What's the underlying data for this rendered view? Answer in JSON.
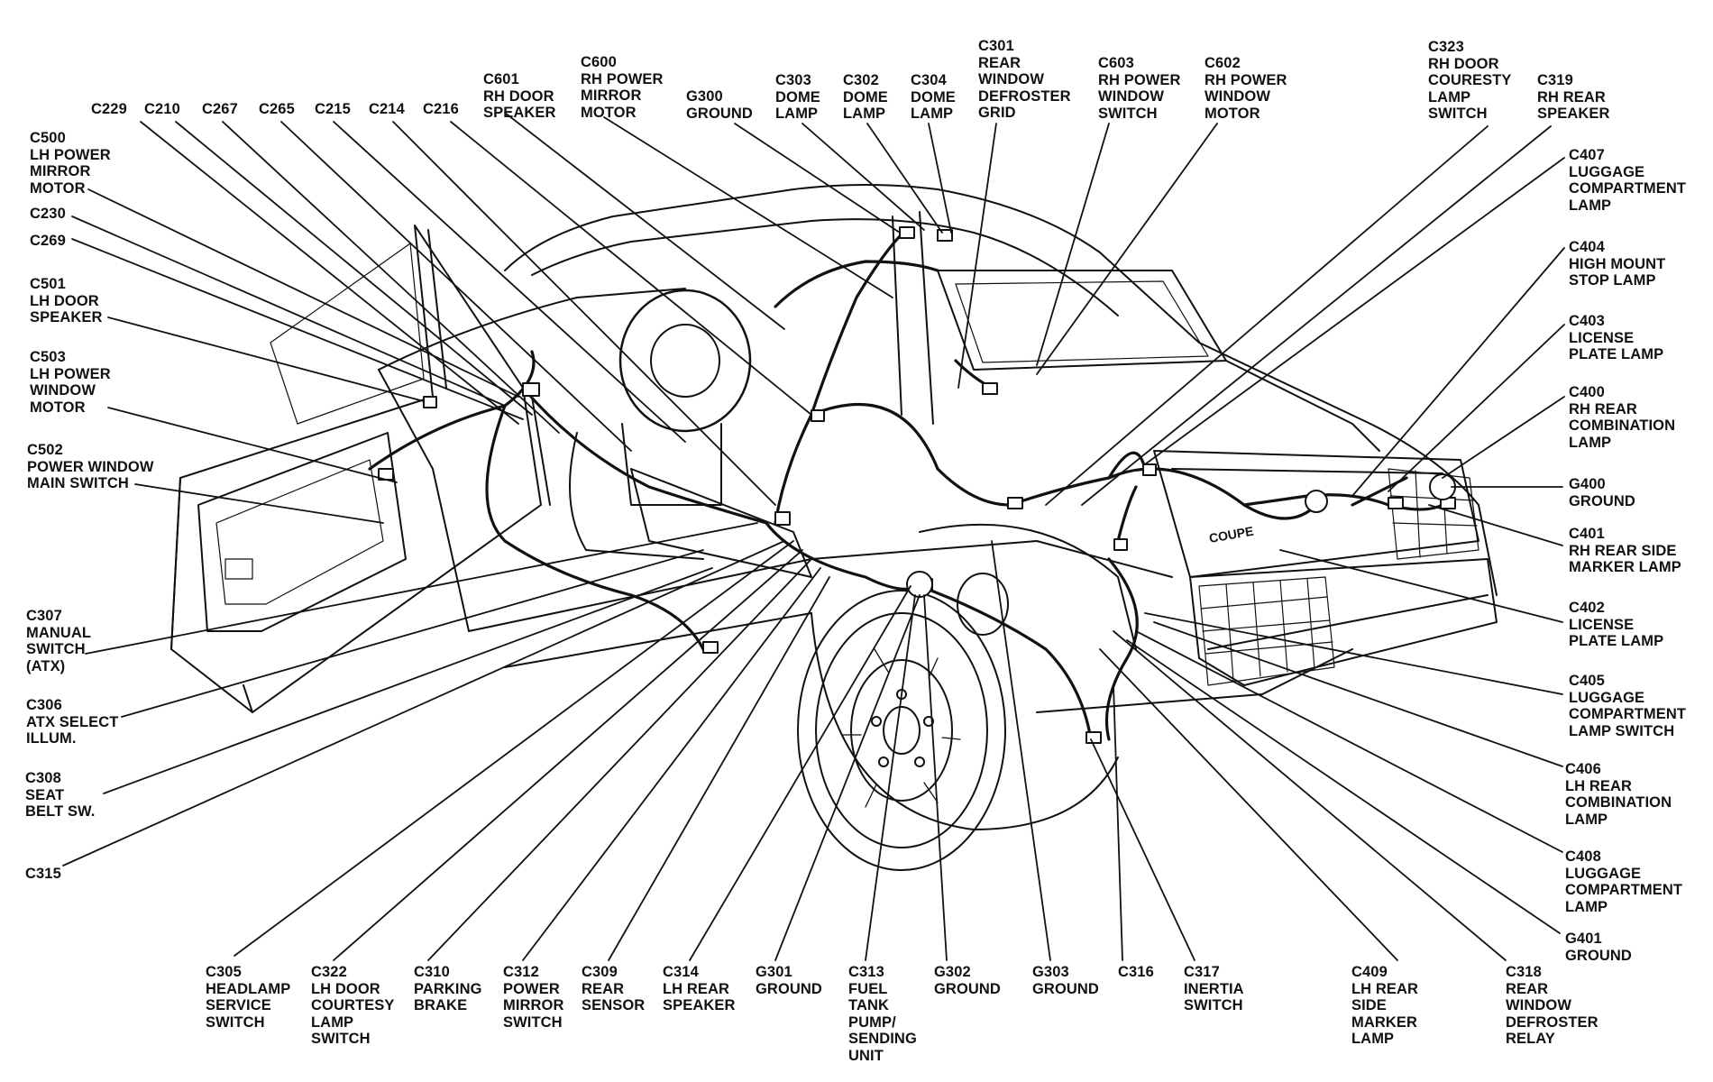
{
  "colors": {
    "ink": "#111111",
    "paper": "#ffffff"
  },
  "labels": {
    "c229": "C229",
    "c210": "C210",
    "c267": "C267",
    "c265": "C265",
    "c215": "C215",
    "c214": "C214",
    "c216": "C216",
    "c601": "C601\nRH DOOR\nSPEAKER",
    "c600": "C600\nRH POWER\nMIRROR\nMOTOR",
    "g300": "G300\nGROUND",
    "c303": "C303\nDOME\nLAMP",
    "c302": "C302\nDOME\nLAMP",
    "c304": "C304\nDOME\nLAMP",
    "c301": "C301\nREAR\nWINDOW\nDEFROSTER\nGRID",
    "c603": "C603\nRH POWER\nWINDOW\nSWITCH",
    "c602": "C602\nRH POWER\nWINDOW\nMOTOR",
    "c323": "C323\nRH DOOR\nCOURESTY\nLAMP\nSWITCH",
    "c319": "C319\nRH REAR\nSPEAKER",
    "c500": "C500\nLH POWER\nMIRROR\nMOTOR",
    "c230": "C230",
    "c269": "C269",
    "c501": "C501\nLH DOOR\nSPEAKER",
    "c503": "C503\nLH POWER\nWINDOW\nMOTOR",
    "c502": "C502\nPOWER WINDOW\nMAIN SWITCH",
    "c307": "C307\nMANUAL\nSWITCH\n(ATX)",
    "c306": "C306\nATX SELECT\nILLUM.",
    "c308": "C308\nSEAT\nBELT SW.",
    "c315": "C315",
    "c407": "C407\nLUGGAGE\nCOMPARTMENT\nLAMP",
    "c404": "C404\nHIGH MOUNT\nSTOP LAMP",
    "c403": "C403\nLICENSE\nPLATE LAMP",
    "c400": "C400\nRH REAR\nCOMBINATION\nLAMP",
    "g400": "G400\nGROUND",
    "c401": "C401\nRH REAR SIDE\nMARKER LAMP",
    "c402": "C402\nLICENSE\nPLATE LAMP",
    "c405": "C405\nLUGGAGE\nCOMPARTMENT\nLAMP SWITCH",
    "c406": "C406\nLH REAR\nCOMBINATION\nLAMP",
    "c408": "C408\nLUGGAGE\nCOMPARTMENT\nLAMP",
    "g401": "G401\nGROUND",
    "c305": "C305\nHEADLAMP\nSERVICE\nSWITCH",
    "c322": "C322\nLH DOOR\nCOURTESY\nLAMP\nSWITCH",
    "c310": "C310\nPARKING\nBRAKE",
    "c312": "C312\nPOWER\nMIRROR\nSWITCH",
    "c309": "C309\nREAR\nSENSOR",
    "c314": "C314\nLH REAR\nSPEAKER",
    "g301": "G301\nGROUND",
    "c313": "C313\nFUEL\nTANK\nPUMP/\nSENDING\nUNIT",
    "g302": "G302\nGROUND",
    "g303": "G303\nGROUND",
    "c316": "C316",
    "c317": "C317\nINERTIA\nSWITCH",
    "c409": "C409\nLH REAR\nSIDE\nMARKER\nLAMP",
    "c318": "C318\nREAR\nWINDOW\nDEFROSTER\nRELAY"
  },
  "body_badge_text": "COUPE",
  "icons": {
    "wheel": "wheel-icon",
    "connector": "connector-icon"
  }
}
